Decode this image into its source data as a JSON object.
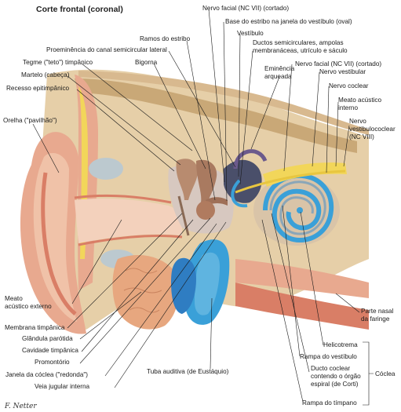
{
  "title": "Corte frontal (coronal)",
  "labels": {
    "nervo_facial_cortado_top": "Nervo facial (NC VII) (cortado)",
    "base_estribo": "Base do estribo na janela do vestíbulo (oval)",
    "ramos_estribo": "Ramos do estribo",
    "vestibulo": "Vestíbulo",
    "proeminencia_canal": "Proeminência do canal semicircular lateral",
    "ductos_semicirculares_1": "Ductos semicirculares, ampolas",
    "ductos_semicirculares_2": "membranáceas, utrículo e sáculo",
    "tegme": "Tegme (\"teto\") timpânico",
    "bigorna": "Bigorna",
    "eminencia_1": "Eminência",
    "eminencia_2": "arqueada",
    "nervo_facial_cortado_right": "Nervo facial (NC VII) (cortado)",
    "martelo": "Martelo (cabeça)",
    "nervo_vestibular": "Nervo vestibular",
    "recesso": "Recesso epitimpânico",
    "nervo_coclear": "Nervo coclear",
    "meato_interno_1": "Meato acústico",
    "meato_interno_2": "interno",
    "orelha": "Orelha (\"pavilhão\")",
    "nervo_vc_1": "Nervo",
    "nervo_vc_2": "vestibulococlear",
    "nervo_vc_3": "(NC VIII)",
    "meato_externo_1": "Meato",
    "meato_externo_2": "acústico externo",
    "parte_nasal_1": "Parte nasal",
    "parte_nasal_2": "da faringe",
    "membrana": "Membrana timpânica",
    "glandula": "Glândula parótida",
    "helicotrema": "Helicotrema",
    "cavidade": "Cavidade timpânica",
    "rampa_vestibulo": "Rampa do vestíbulo",
    "promontorio": "Promontório",
    "ducto_coclear_1": "Ducto coclear",
    "ducto_coclear_2": "contendo o órgão",
    "ducto_coclear_3": "espiral (de Corti)",
    "janela_coclea": "Janela da cóclea (\"redonda\")",
    "veia_jugular": "Veia jugular interna",
    "tuba": "Tuba auditiva (de Eustáquio)",
    "coclea": "Cóclea",
    "rampa_timpano": "Rampa do tímpano"
  },
  "signature": "F. Netter",
  "colors": {
    "bone": "#e6cfa8",
    "bone_dark": "#c9a877",
    "skin": "#e8a98f",
    "cartilage": "#d97e66",
    "nerve": "#f2d65a",
    "vessel_blue": "#3aa0d8",
    "fluid_blue": "#5fb4e0",
    "parotid": "#e7a77f"
  }
}
